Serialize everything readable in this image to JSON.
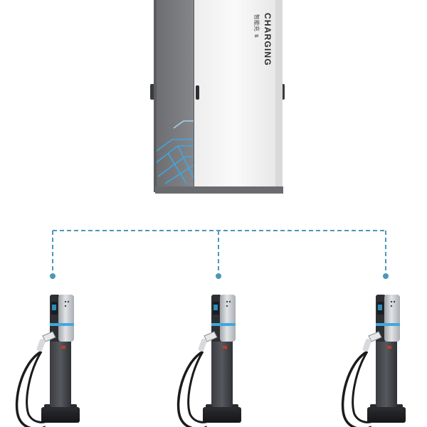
{
  "cabinet": {
    "brand_label": "CHARGING",
    "brand_cn": "智能充",
    "brand_mark": "S"
  },
  "colors": {
    "cabinet_gray": "#7a7b7e",
    "cabinet_dark": "#505256",
    "door_white": "#f5f5f5",
    "accent_blue": "#3ea8df",
    "dash_blue": "#4c98b6",
    "charger_dark": "#2d2f33",
    "charger_silver": "#c9ccd0",
    "cable": "#1b1b1d"
  },
  "chargers": [
    {
      "id": "charger-1"
    },
    {
      "id": "charger-2"
    },
    {
      "id": "charger-3"
    }
  ]
}
